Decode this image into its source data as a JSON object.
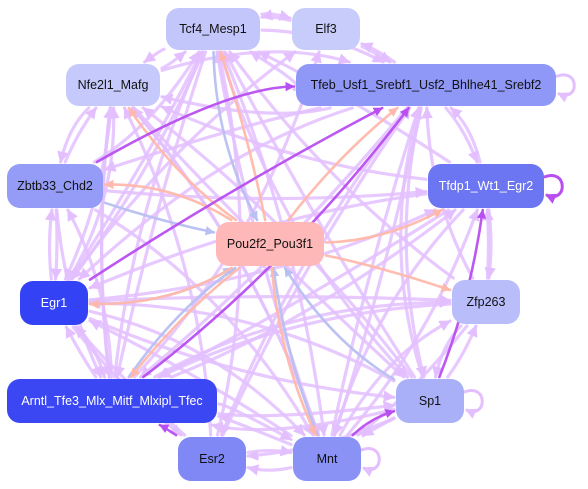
{
  "diagram": {
    "palette": {
      "edge_lavender": "#e3bfff",
      "edge_violet": "#b84ff0",
      "edge_peach": "#ffb8ab",
      "edge_blue": "#b8c0f2",
      "center_fill": "#ffb8b8",
      "text_dark": "#111111",
      "text_light": "#ffffff"
    },
    "nodes": [
      {
        "id": "tcf4",
        "label": "Tcf4_Mesp1",
        "fill": "#c3c6fa",
        "text_color": "dark"
      },
      {
        "id": "elf3",
        "label": "Elf3",
        "fill": "#c8ccfb",
        "text_color": "dark"
      },
      {
        "id": "nfe2l1",
        "label": "Nfe2l1_Mafg",
        "fill": "#c6c9fb",
        "text_color": "dark"
      },
      {
        "id": "tfeb",
        "label": "Tfeb_Usf1_Srebf1_Usf2_Bhlhe41_Srebf2",
        "fill": "#8f97f7",
        "text_color": "dark"
      },
      {
        "id": "zbtb33",
        "label": "Zbtb33_Chd2",
        "fill": "#959cf7",
        "text_color": "dark"
      },
      {
        "id": "tfdp1",
        "label": "Tfdp1_Wt1_Egr2",
        "fill": "#6d76f2",
        "text_color": "light"
      },
      {
        "id": "pou2f2",
        "label": "Pou2f2_Pou3f1",
        "fill": "#ffb8b8",
        "text_color": "dark"
      },
      {
        "id": "egr1",
        "label": "Egr1",
        "fill": "#3342f5",
        "text_color": "light"
      },
      {
        "id": "zfp263",
        "label": "Zfp263",
        "fill": "#b9bdfa",
        "text_color": "dark"
      },
      {
        "id": "arntl",
        "label": "Arntl_Tfe3_Mlx_Mitf_Mlxipl_Tfec",
        "fill": "#3a47f3",
        "text_color": "light"
      },
      {
        "id": "sp1",
        "label": "Sp1",
        "fill": "#a9b0f8",
        "text_color": "dark"
      },
      {
        "id": "esr2",
        "label": "Esr2",
        "fill": "#7f88f5",
        "text_color": "dark"
      },
      {
        "id": "mnt",
        "label": "Mnt",
        "fill": "#8a92f6",
        "text_color": "dark"
      }
    ],
    "edges": [
      {
        "from": "pou2f2",
        "to": "tcf4",
        "color": "peach"
      },
      {
        "from": "pou2f2",
        "to": "nfe2l1",
        "color": "peach"
      },
      {
        "from": "pou2f2",
        "to": "zbtb33",
        "color": "peach"
      },
      {
        "from": "pou2f2",
        "to": "tfeb",
        "color": "peach"
      },
      {
        "from": "pou2f2",
        "to": "tfdp1",
        "color": "peach"
      },
      {
        "from": "pou2f2",
        "to": "zfp263",
        "color": "peach"
      },
      {
        "from": "pou2f2",
        "to": "mnt",
        "color": "peach"
      },
      {
        "from": "pou2f2",
        "to": "egr1",
        "color": "peach"
      },
      {
        "from": "pou2f2",
        "to": "arntl",
        "color": "peach"
      },
      {
        "from": "sp1",
        "to": "pou2f2",
        "color": "blue"
      },
      {
        "from": "zbtb33",
        "to": "pou2f2",
        "color": "blue"
      },
      {
        "from": "arntl",
        "to": "pou2f2",
        "color": "blue"
      },
      {
        "from": "egr1",
        "to": "pou2f2",
        "color": "blue"
      },
      {
        "from": "mnt",
        "to": "pou2f2",
        "color": "blue"
      },
      {
        "from": "tcf4",
        "to": "pou2f2",
        "color": "blue"
      },
      {
        "from": "egr1",
        "to": "tfeb",
        "color": "violet"
      },
      {
        "from": "arntl",
        "to": "tfeb",
        "color": "violet"
      },
      {
        "from": "zbtb33",
        "to": "tfeb",
        "color": "violet"
      },
      {
        "from": "sp1",
        "to": "tfdp1",
        "color": "violet"
      },
      {
        "from": "mnt",
        "to": "sp1",
        "color": "violet"
      },
      {
        "from": "esr2",
        "to": "arntl",
        "color": "violet"
      },
      {
        "from": "arntl",
        "to": "tcf4",
        "color": "lavender"
      },
      {
        "from": "arntl",
        "to": "elf3",
        "color": "lavender"
      },
      {
        "from": "arntl",
        "to": "nfe2l1",
        "color": "lavender"
      },
      {
        "from": "arntl",
        "to": "zbtb33",
        "color": "lavender"
      },
      {
        "from": "arntl",
        "to": "egr1",
        "color": "lavender"
      },
      {
        "from": "arntl",
        "to": "tfdp1",
        "color": "lavender"
      },
      {
        "from": "arntl",
        "to": "zfp263",
        "color": "lavender"
      },
      {
        "from": "arntl",
        "to": "sp1",
        "color": "lavender"
      },
      {
        "from": "arntl",
        "to": "mnt",
        "color": "lavender"
      },
      {
        "from": "egr1",
        "to": "tcf4",
        "color": "lavender"
      },
      {
        "from": "egr1",
        "to": "elf3",
        "color": "lavender"
      },
      {
        "from": "egr1",
        "to": "nfe2l1",
        "color": "lavender"
      },
      {
        "from": "egr1",
        "to": "zbtb33",
        "color": "lavender"
      },
      {
        "from": "egr1",
        "to": "tfdp1",
        "color": "lavender"
      },
      {
        "from": "egr1",
        "to": "zfp263",
        "color": "lavender"
      },
      {
        "from": "egr1",
        "to": "sp1",
        "color": "lavender"
      },
      {
        "from": "egr1",
        "to": "mnt",
        "color": "lavender"
      },
      {
        "from": "egr1",
        "to": "esr2",
        "color": "lavender"
      },
      {
        "from": "egr1",
        "to": "arntl",
        "color": "lavender"
      },
      {
        "from": "tfdp1",
        "to": "tcf4",
        "color": "lavender"
      },
      {
        "from": "tfdp1",
        "to": "nfe2l1",
        "color": "lavender"
      },
      {
        "from": "tfdp1",
        "to": "tfeb",
        "color": "lavender"
      },
      {
        "from": "tfdp1",
        "to": "zfp263",
        "color": "lavender"
      },
      {
        "from": "tfdp1",
        "to": "mnt",
        "color": "lavender"
      },
      {
        "from": "tfdp1",
        "to": "arntl",
        "color": "lavender"
      },
      {
        "from": "tfdp1",
        "to": "egr1",
        "color": "lavender"
      },
      {
        "from": "tfeb",
        "to": "tcf4",
        "color": "lavender"
      },
      {
        "from": "tfeb",
        "to": "elf3",
        "color": "lavender"
      },
      {
        "from": "tfeb",
        "to": "nfe2l1",
        "color": "lavender"
      },
      {
        "from": "tfeb",
        "to": "zbtb33",
        "color": "lavender"
      },
      {
        "from": "tfeb",
        "to": "tfdp1",
        "color": "lavender"
      },
      {
        "from": "tfeb",
        "to": "egr1",
        "color": "lavender"
      },
      {
        "from": "tfeb",
        "to": "arntl",
        "color": "lavender"
      },
      {
        "from": "tfeb",
        "to": "sp1",
        "color": "lavender"
      },
      {
        "from": "tfeb",
        "to": "mnt",
        "color": "lavender"
      },
      {
        "from": "tfeb",
        "to": "esr2",
        "color": "lavender"
      },
      {
        "from": "tcf4",
        "to": "elf3",
        "color": "lavender"
      },
      {
        "from": "tcf4",
        "to": "nfe2l1",
        "color": "lavender"
      },
      {
        "from": "tcf4",
        "to": "tfeb",
        "color": "lavender"
      },
      {
        "from": "tcf4",
        "to": "arntl",
        "color": "lavender"
      },
      {
        "from": "tcf4",
        "to": "mnt",
        "color": "lavender"
      },
      {
        "from": "tcf4",
        "to": "sp1",
        "color": "lavender"
      },
      {
        "from": "tcf4",
        "to": "egr1",
        "color": "lavender"
      },
      {
        "from": "elf3",
        "to": "tcf4",
        "color": "lavender"
      },
      {
        "from": "elf3",
        "to": "tfeb",
        "color": "lavender"
      },
      {
        "from": "nfe2l1",
        "to": "tcf4",
        "color": "lavender"
      },
      {
        "from": "nfe2l1",
        "to": "tfeb",
        "color": "lavender"
      },
      {
        "from": "nfe2l1",
        "to": "arntl",
        "color": "lavender"
      },
      {
        "from": "nfe2l1",
        "to": "mnt",
        "color": "lavender"
      },
      {
        "from": "nfe2l1",
        "to": "sp1",
        "color": "lavender"
      },
      {
        "from": "nfe2l1",
        "to": "egr1",
        "color": "lavender"
      },
      {
        "from": "nfe2l1",
        "to": "zbtb33",
        "color": "lavender"
      },
      {
        "from": "zbtb33",
        "to": "nfe2l1",
        "color": "lavender"
      },
      {
        "from": "zbtb33",
        "to": "tcf4",
        "color": "lavender"
      },
      {
        "from": "zbtb33",
        "to": "egr1",
        "color": "lavender"
      },
      {
        "from": "zbtb33",
        "to": "arntl",
        "color": "lavender"
      },
      {
        "from": "zbtb33",
        "to": "mnt",
        "color": "lavender"
      },
      {
        "from": "zbtb33",
        "to": "tfdp1",
        "color": "lavender"
      },
      {
        "from": "zfp263",
        "to": "tfeb",
        "color": "lavender"
      },
      {
        "from": "zfp263",
        "to": "tfdp1",
        "color": "lavender"
      },
      {
        "from": "zfp263",
        "to": "tcf4",
        "color": "lavender"
      },
      {
        "from": "zfp263",
        "to": "sp1",
        "color": "lavender"
      },
      {
        "from": "zfp263",
        "to": "mnt",
        "color": "lavender"
      },
      {
        "from": "zfp263",
        "to": "arntl",
        "color": "lavender"
      },
      {
        "from": "sp1",
        "to": "tcf4",
        "color": "lavender"
      },
      {
        "from": "sp1",
        "to": "nfe2l1",
        "color": "lavender"
      },
      {
        "from": "sp1",
        "to": "tfeb",
        "color": "lavender"
      },
      {
        "from": "sp1",
        "to": "zfp263",
        "color": "lavender"
      },
      {
        "from": "sp1",
        "to": "arntl",
        "color": "lavender"
      },
      {
        "from": "sp1",
        "to": "mnt",
        "color": "lavender"
      },
      {
        "from": "sp1",
        "to": "esr2",
        "color": "lavender"
      },
      {
        "from": "sp1",
        "to": "egr1",
        "color": "lavender"
      },
      {
        "from": "mnt",
        "to": "tcf4",
        "color": "lavender"
      },
      {
        "from": "mnt",
        "to": "nfe2l1",
        "color": "lavender"
      },
      {
        "from": "mnt",
        "to": "tfeb",
        "color": "lavender"
      },
      {
        "from": "mnt",
        "to": "tfdp1",
        "color": "lavender"
      },
      {
        "from": "mnt",
        "to": "zfp263",
        "color": "lavender"
      },
      {
        "from": "mnt",
        "to": "arntl",
        "color": "lavender"
      },
      {
        "from": "mnt",
        "to": "esr2",
        "color": "lavender"
      },
      {
        "from": "mnt",
        "to": "egr1",
        "color": "lavender"
      },
      {
        "from": "esr2",
        "to": "mnt",
        "color": "lavender"
      },
      {
        "from": "esr2",
        "to": "tcf4",
        "color": "lavender"
      },
      {
        "from": "esr2",
        "to": "tfeb",
        "color": "lavender"
      },
      {
        "from": "esr2",
        "to": "nfe2l1",
        "color": "lavender"
      },
      {
        "from": "esr2",
        "to": "egr1",
        "color": "lavender"
      }
    ],
    "self_loops": [
      {
        "node": "tfeb",
        "color": "lavender"
      },
      {
        "node": "tfdp1",
        "color": "violet"
      },
      {
        "node": "sp1",
        "color": "lavender"
      },
      {
        "node": "mnt",
        "color": "lavender"
      }
    ]
  }
}
